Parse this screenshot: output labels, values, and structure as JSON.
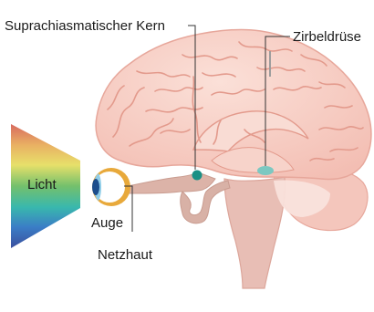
{
  "labels": {
    "light": "Licht",
    "eye": "Auge",
    "retina": "Netzhaut",
    "scn": "Suprachiasmatischer Kern",
    "pineal": "Zirbeldrüse"
  },
  "colors": {
    "brain_fill": "#f7cdc4",
    "brain_outline": "#e7a79b",
    "sulci": "#e39a8c",
    "stem_fill": "#e8beb5",
    "pathway": "#d8b1a6",
    "scn_dot": "#1a9085",
    "pineal_gland": "#7cc8c1",
    "eye_sclera": "#ffffff",
    "eye_retina": "#e8a93b",
    "eye_iris": "#1d4e8c",
    "leader_line": "#333333"
  },
  "icons": {
    "light": "spectrum-wedge",
    "eye": "eyeball-icon",
    "brain": "brain-sagittal"
  }
}
